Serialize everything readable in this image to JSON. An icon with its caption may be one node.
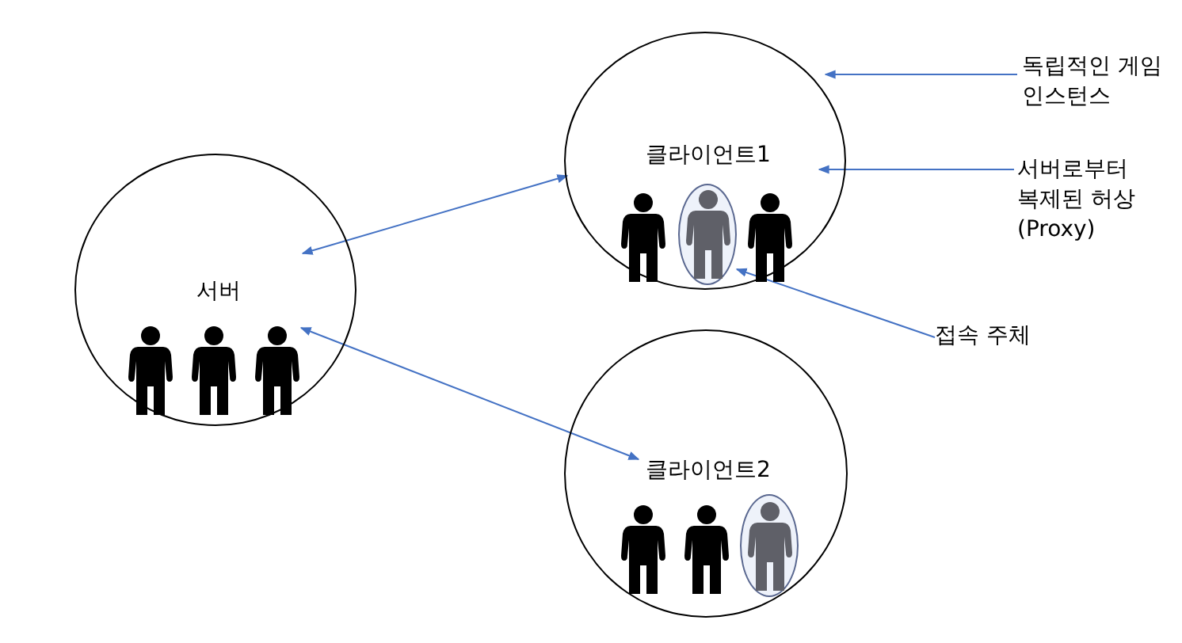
{
  "diagram": {
    "nodes": [
      {
        "text": [
          "서버"
        ]
      },
      {
        "text": [
          "클라이언트1"
        ]
      },
      {
        "text": [],
        "shape": "person",
        "in": 1
      },
      {
        "text": [
          "클라이언트2"
        ]
      },
      {
        "text": [],
        "shape": "person",
        "in": 3
      },
      {
        "text": [
          "독립적인 게임 인스턴스"
        ]
      },
      {
        "text": [
          "서버로부터 복제된 허상 (Proxy)"
        ]
      },
      {
        "text": [
          "접속 주체"
        ]
      }
    ],
    "edges": [
      {
        "from": 0,
        "to": 1,
        "arrow": "both"
      },
      {
        "from": 0,
        "to": 3,
        "arrow": "both"
      },
      {
        "from": 5,
        "to": 1,
        "arrow": "to"
      },
      {
        "from": 6,
        "to": 1,
        "arrow": "to"
      },
      {
        "from": 7,
        "to": 2,
        "arrow": "to"
      }
    ]
  }
}
